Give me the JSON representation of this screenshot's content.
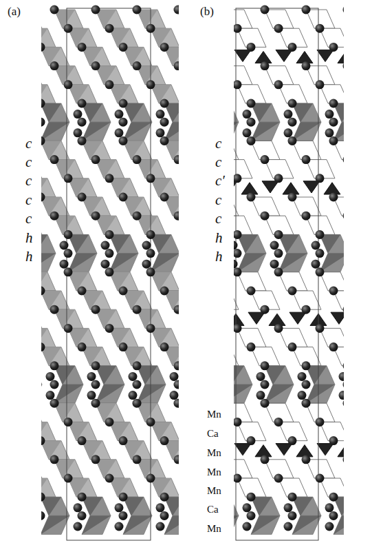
{
  "diagram": {
    "labels": [
      "(a)",
      "(b)",
      "c",
      "c",
      "c",
      "c",
      "c",
      "h",
      "h",
      "c",
      "c",
      "c′",
      "c",
      "c",
      "h",
      "h",
      "Mn",
      "Ca",
      "Mn",
      "Mn",
      "Mn",
      "Ca",
      "Mn"
    ]
  }
}
